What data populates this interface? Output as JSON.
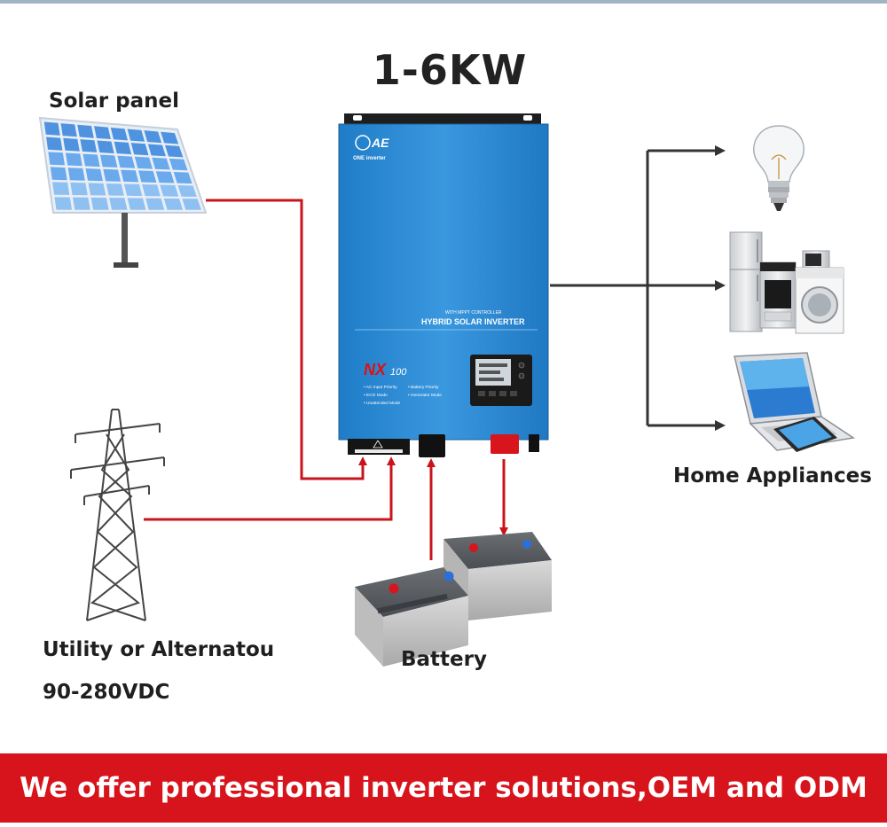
{
  "title": "1-6KW",
  "labels": {
    "solar_panel": "Solar panel",
    "home_appliances": "Home Appliances",
    "utility": "Utility or Alternatou",
    "voltage": "90-280VDC",
    "battery": "Battery"
  },
  "inverter": {
    "brand": "ONE inverter",
    "controller": "WITH MPPT CONTROLLER",
    "product": "HYBRID SOLAR INVERTER",
    "model": "NX",
    "model_number": "100",
    "features": [
      "AC Input Priority",
      "Battery Priority",
      "ECO Mode",
      "Generator Mode",
      "Unattended Mode"
    ]
  },
  "banner": "We offer professional inverter solutions,OEM and ODM",
  "colors": {
    "wire_red": "#c8141c",
    "wire_dark": "#333333",
    "inverter_blue": "#2f8fd8",
    "banner_red": "#d7141c"
  }
}
